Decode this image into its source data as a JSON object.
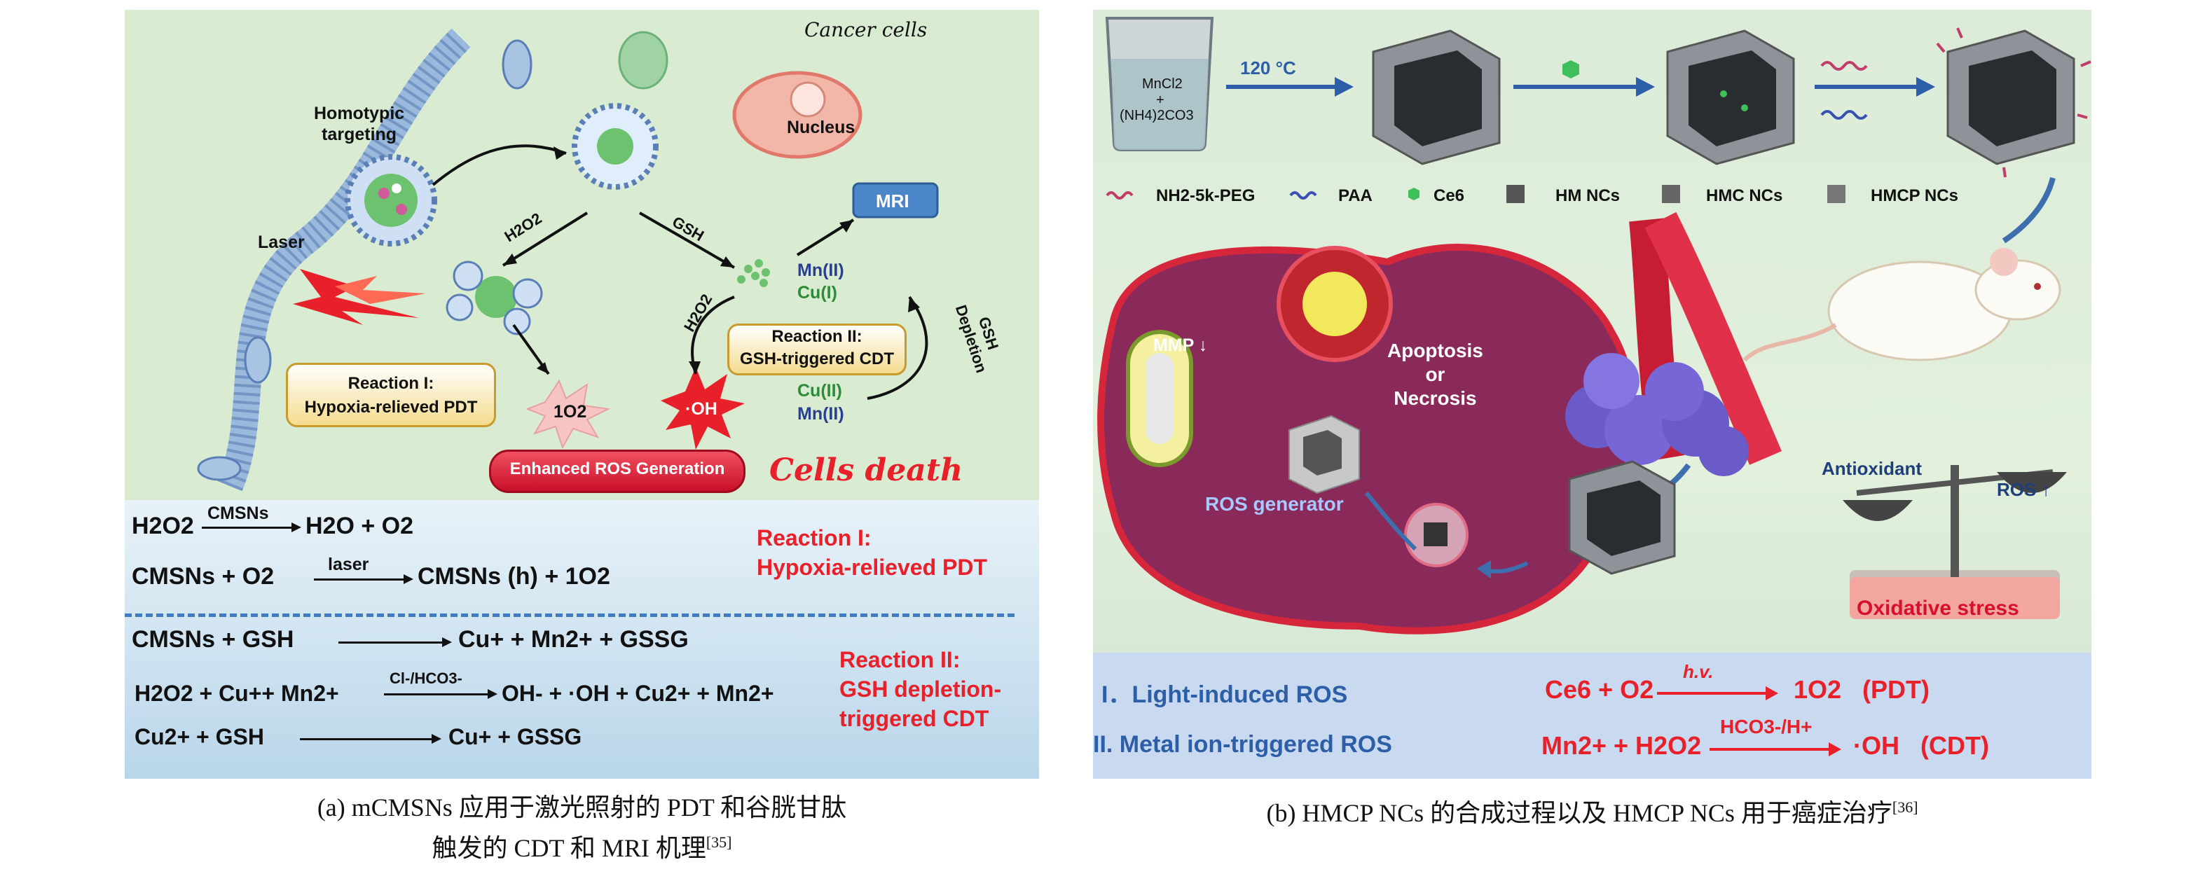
{
  "panel_a": {
    "cancer_cells": "Cancer cells",
    "nucleus": "Nucleus",
    "homotypic_targeting": "Homotypic\ntargeting",
    "laser": "Laser",
    "mri": "MRI",
    "h2o2": "H2O2",
    "gsh": "GSH",
    "mn2": "Mn(II)",
    "cu1": "Cu(I)",
    "cu2": "Cu(II)",
    "mn2b": "Mn(II)",
    "gsh_depletion": "GSH\nDepletion",
    "reaction1_box": "Reaction I:\nHypoxia-relieved PDT",
    "reaction2_box": "Reaction II:\nGSH-triggered CDT",
    "singlet_o2": "1O2",
    "oh": "·OH",
    "enhanced_ros": "Enhanced ROS Generation",
    "cells_death": "Cells death",
    "eq1_left": "H2O2",
    "eq1_catalyst": "CMSNs",
    "eq1_right": "H2O + O2",
    "eq2_left": "CMSNs + O2",
    "eq2_catalyst": "laser",
    "eq2_right": "CMSNs (h) + 1O2",
    "reaction1_title": "Reaction I:",
    "reaction1_sub": "Hypoxia-relieved PDT",
    "eq3_left": "CMSNs + GSH",
    "eq3_right": "Cu+ + Mn2+ + GSSG",
    "eq4_left": "H2O2 + Cu++ Mn2+",
    "eq4_catalyst": "Cl-/HCO3-",
    "eq4_right": "OH- + ·OH + Cu2+ + Mn2+",
    "eq5_left": "Cu2+ + GSH",
    "eq5_right": "Cu+ + GSSG",
    "reaction2_title": "Reaction II:",
    "reaction2_sub1": "GSH depletion-",
    "reaction2_sub2": "triggered CDT"
  },
  "panel_b": {
    "beaker_text1": "MnCl2",
    "beaker_text2": "+",
    "beaker_text3": "(NH4)2CO3",
    "temp": "120 °C",
    "legend": [
      "NH2-5k-PEG",
      "PAA",
      "Ce6",
      "HM NCs",
      "HMC NCs",
      "HMCP NCs"
    ],
    "mmp": "MMP ↓",
    "apoptosis": "Apoptosis\nor\nNecrosis",
    "ros_generator": "ROS generator",
    "antioxidant": "Antioxidant",
    "ros_up": "ROS ↑",
    "oxidative_stress": "Oxidative stress",
    "row1_label": "I．Light-induced ROS",
    "row1_eq_left": "Ce6 + O2",
    "row1_cond": "h.v.",
    "row1_eq_right": "1O2   (PDT)",
    "row2_label": "II. Metal ion-triggered ROS",
    "row2_eq_left": "Mn2+ + H2O2",
    "row2_cond": "HCO3-/H+",
    "row2_eq_right": "·OH   (CDT)"
  },
  "captions": {
    "a_line1": "(a) mCMSNs 应用于激光照射的 PDT 和谷胱甘肽",
    "a_line2": "触发的 CDT 和 MRI 机理",
    "a_ref": "[35]",
    "b_line1": "(b) HMCP NCs 的合成过程以及 HMCP NCs 用于癌症治疗",
    "b_ref": "[36]"
  },
  "colors": {
    "panel_a_bg": "#d9ecd1",
    "panel_b_bg": "#dcecd8",
    "reaction_red": "#e8202a",
    "arrow_blue": "#2c5fa8",
    "cell_purple": "#8a2a5a"
  }
}
